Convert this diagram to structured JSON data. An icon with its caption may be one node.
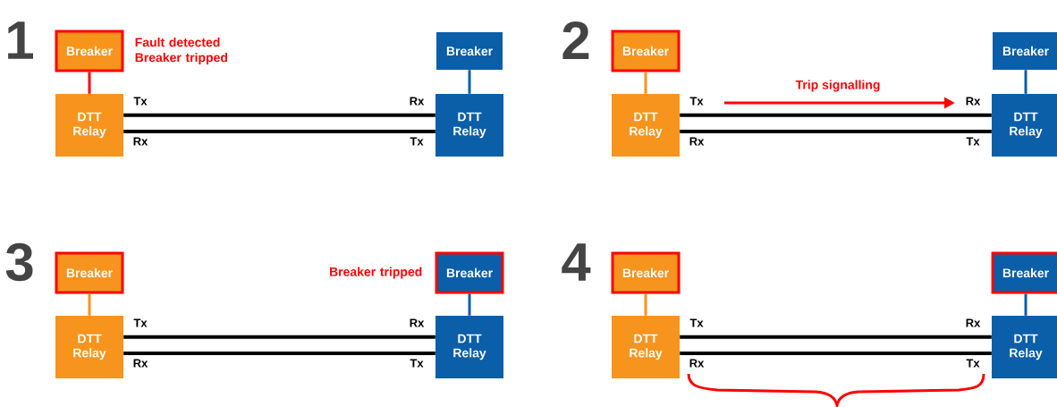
{
  "diagram": {
    "nodes": [
      {
        "text": [
          "Breaker"
        ],
        "beside": [
          "Fault detected Breaker tripped"
        ]
      },
      {
        "text": [
          "Breaker"
        ]
      },
      {
        "text": [
          "DTT Relay"
        ]
      },
      {
        "text": [
          "DTT Relay"
        ]
      },
      {
        "text": [
          "Breaker"
        ]
      },
      {
        "text": [
          "Breaker"
        ]
      },
      {
        "text": [
          "DTT Relay"
        ]
      },
      {
        "text": [
          "DTT Relay"
        ]
      },
      {
        "text": [
          "Breaker"
        ]
      },
      {
        "text": [
          "Breaker"
        ],
        "beside": [
          "Breaker tripped"
        ]
      },
      {
        "text": [
          "DTT Relay"
        ]
      },
      {
        "text": [
          "DTT Relay"
        ]
      },
      {
        "text": [
          "Breaker"
        ]
      },
      {
        "text": [
          "Breaker"
        ]
      },
      {
        "text": [
          "DTT Relay"
        ]
      },
      {
        "text": [
          "DTT Relay"
        ]
      }
    ],
    "edges": [
      {
        "from": 0,
        "to": 2,
        "arrow": "none",
        "color": "#ff0000"
      },
      {
        "from": 1,
        "to": 3,
        "arrow": "none",
        "color": "#0b5ea8"
      },
      {
        "from": 2,
        "to": 3,
        "arrow": "none"
      },
      {
        "from": 2,
        "to": 3,
        "arrow": "none"
      },
      {
        "from": 4,
        "to": 6,
        "arrow": "none",
        "color": "#f7941d"
      },
      {
        "from": 5,
        "to": 7,
        "arrow": "none",
        "color": "#0b5ea8"
      },
      {
        "from": 6,
        "to": 7,
        "arrow": "none"
      },
      {
        "from": 6,
        "to": 7,
        "arrow": "none"
      },
      {
        "from": 8,
        "to": 10,
        "arrow": "none",
        "color": "#f7941d"
      },
      {
        "from": 9,
        "to": 11,
        "arrow": "none",
        "color": "#0b5ea8"
      },
      {
        "from": 10,
        "to": 11,
        "arrow": "none"
      },
      {
        "from": 10,
        "to": 11,
        "arrow": "none"
      },
      {
        "from": 12,
        "to": 14,
        "arrow": "none",
        "color": "#f7941d"
      },
      {
        "from": 13,
        "to": 15,
        "arrow": "none",
        "color": "#0b5ea8"
      },
      {
        "from": 14,
        "to": 15,
        "arrow": "none"
      },
      {
        "from": 14,
        "to": 15,
        "arrow": "none"
      }
    ],
    "labels": [
      "1",
      "Tx",
      "Rx",
      "Rx",
      "Tx",
      "2",
      "Trip signalling",
      "Tx",
      "Rx",
      "Rx",
      "Tx",
      "3",
      "Tx",
      "Rx",
      "Rx",
      "Tx",
      "4",
      "Tx",
      "Rx",
      "Rx",
      "Tx"
    ]
  }
}
